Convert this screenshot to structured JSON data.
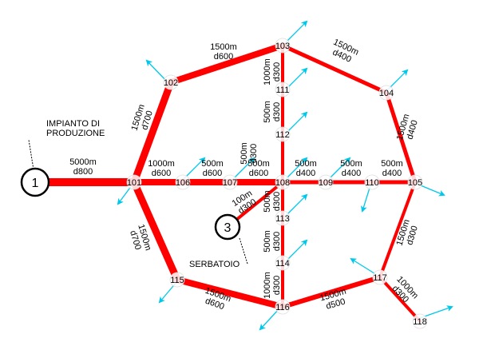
{
  "colors": {
    "pipe": "#ff0000",
    "arrow": "#00c8e8",
    "node_fill": "#ffffff",
    "text": "#000000"
  },
  "labels": {
    "impianto_line1": "IMPIANTO DI",
    "impianto_line2": "PRODUZIONE",
    "serbatoio": "SERBATOIO"
  },
  "special_nodes": {
    "plant": "1",
    "tank": "3"
  },
  "nodes": [
    {
      "id": "101"
    },
    {
      "id": "102"
    },
    {
      "id": "103"
    },
    {
      "id": "104"
    },
    {
      "id": "105"
    },
    {
      "id": "106"
    },
    {
      "id": "107"
    },
    {
      "id": "108"
    },
    {
      "id": "109"
    },
    {
      "id": "110"
    },
    {
      "id": "111"
    },
    {
      "id": "112"
    },
    {
      "id": "113"
    },
    {
      "id": "114"
    },
    {
      "id": "115"
    },
    {
      "id": "116"
    },
    {
      "id": "117"
    },
    {
      "id": "118"
    }
  ],
  "pipes": [
    {
      "from": "1",
      "to": "101",
      "length": "5000m",
      "diameter": "d800"
    },
    {
      "from": "101",
      "to": "102",
      "length": "1500m",
      "diameter": "d700"
    },
    {
      "from": "102",
      "to": "103",
      "length": "1500m",
      "diameter": "d600"
    },
    {
      "from": "103",
      "to": "104",
      "length": "1500m",
      "diameter": "d400"
    },
    {
      "from": "104",
      "to": "105",
      "length": "1500m",
      "diameter": "d400"
    },
    {
      "from": "101",
      "to": "106",
      "length": "1000m",
      "diameter": "d600"
    },
    {
      "from": "106",
      "to": "107",
      "length": "500m",
      "diameter": "d600"
    },
    {
      "from": "107",
      "to": "108",
      "length": "500m",
      "diameter": "d600"
    },
    {
      "from": "108",
      "to": "109",
      "length": "500m",
      "diameter": "d400"
    },
    {
      "from": "109",
      "to": "110",
      "length": "500m",
      "diameter": "d400"
    },
    {
      "from": "110",
      "to": "105",
      "length": "500m",
      "diameter": "d400"
    },
    {
      "from": "103",
      "to": "111",
      "length": "1000m",
      "diameter": "d300"
    },
    {
      "from": "111",
      "to": "112",
      "length": "500m",
      "diameter": "d300"
    },
    {
      "from": "112",
      "to": "108",
      "length": "500m",
      "diameter": "d300"
    },
    {
      "from": "108",
      "to": "113",
      "length": "500m",
      "diameter": "d300"
    },
    {
      "from": "113",
      "to": "114",
      "length": "500m",
      "diameter": "d300"
    },
    {
      "from": "114",
      "to": "116",
      "length": "1000m",
      "diameter": "d300"
    },
    {
      "from": "3",
      "to": "108",
      "length": "100m",
      "diameter": "d300"
    },
    {
      "from": "101",
      "to": "115",
      "length": "1500m",
      "diameter": "d700"
    },
    {
      "from": "115",
      "to": "116",
      "length": "1500m",
      "diameter": "d600"
    },
    {
      "from": "116",
      "to": "117",
      "length": "1500m",
      "diameter": "d500"
    },
    {
      "from": "117",
      "to": "105",
      "length": "1500m",
      "diameter": "d300"
    },
    {
      "from": "117",
      "to": "118",
      "length": "1000m",
      "diameter": "d300"
    }
  ]
}
